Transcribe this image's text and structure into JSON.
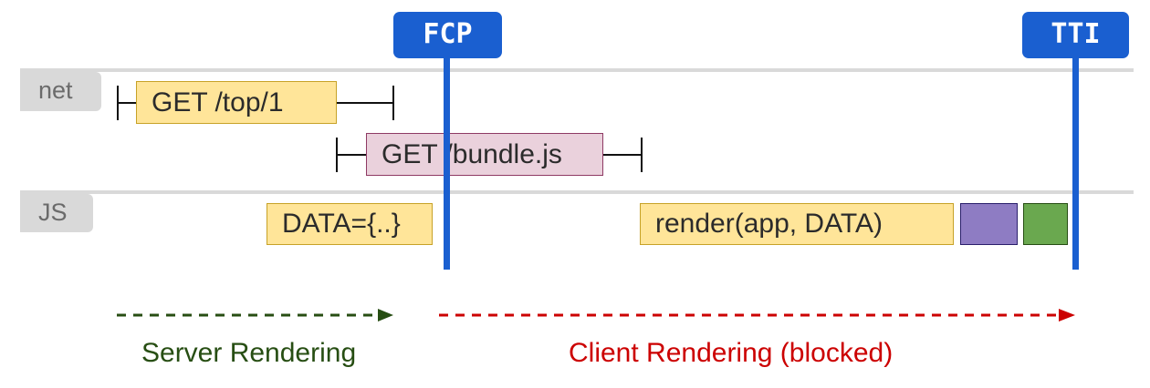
{
  "lanes": {
    "net": "net",
    "js": "JS"
  },
  "markers": {
    "fcp": "FCP",
    "tti": "TTI"
  },
  "requests": {
    "top": "GET /top/1",
    "bundle": "GET /bundle.js"
  },
  "js_tasks": {
    "data": "DATA={..}",
    "render": "render(app, DATA)"
  },
  "phases": {
    "server": "Server Rendering",
    "client": "Client Rendering (blocked)"
  },
  "colors": {
    "marker": "#1a5fd0",
    "server": "#274e13",
    "client": "#cc0000",
    "request_top": "#ffe599",
    "request_bundle": "#ead1dc",
    "task_purple": "#8e7cc3",
    "task_green": "#6aa84f"
  }
}
